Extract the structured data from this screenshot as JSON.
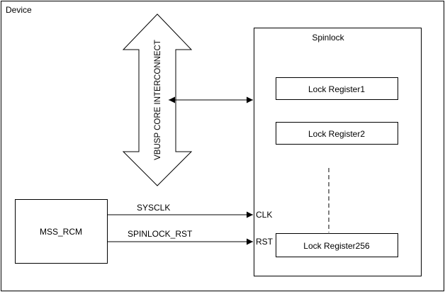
{
  "device": {
    "label": "Device"
  },
  "interconnect": {
    "label": "VBUSP CORE INTERCONNECT"
  },
  "spinlock": {
    "label": "Spinlock",
    "registers": [
      "Lock Register1",
      "Lock Register2",
      "Lock Register256"
    ],
    "ports": {
      "clk": "CLK",
      "rst": "RST"
    }
  },
  "rcm": {
    "label": "MSS_RCM"
  },
  "signals": {
    "sysclk": "SYSCLK",
    "spinlock_rst": "SPINLOCK_RST"
  },
  "colors": {
    "line": "#000000",
    "background": "#ffffff"
  }
}
